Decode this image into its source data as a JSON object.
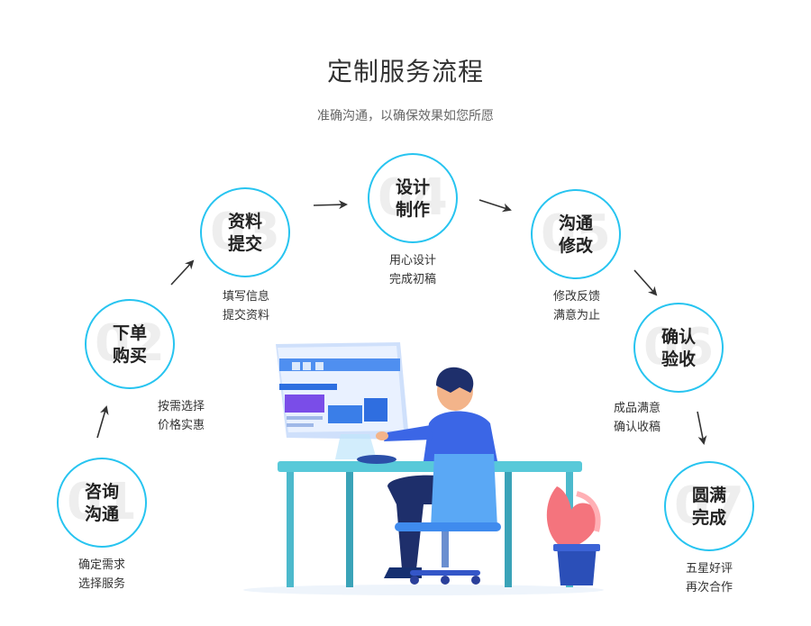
{
  "header": {
    "title": "定制服务流程",
    "subtitle": "准确沟通，以确保效果如您所愿"
  },
  "steps": [
    {
      "num": "01",
      "line1": "咨询",
      "line2": "沟通",
      "desc1": "确定需求",
      "desc2": "选择服务"
    },
    {
      "num": "02",
      "line1": "下单",
      "line2": "购买",
      "desc1": "按需选择",
      "desc2": "价格实惠"
    },
    {
      "num": "03",
      "line1": "资料",
      "line2": "提交",
      "desc1": "填写信息",
      "desc2": "提交资料"
    },
    {
      "num": "04",
      "line1": "设计",
      "line2": "制作",
      "desc1": "用心设计",
      "desc2": "完成初稿"
    },
    {
      "num": "05",
      "line1": "沟通",
      "line2": "修改",
      "desc1": "修改反馈",
      "desc2": "满意为止"
    },
    {
      "num": "06",
      "line1": "确认",
      "line2": "验收",
      "desc1": "成品满意",
      "desc2": "确认收稿"
    },
    {
      "num": "07",
      "line1": "圆满",
      "line2": "完成",
      "desc1": "五星好评",
      "desc2": "再次合作"
    }
  ],
  "colors": {
    "accent": "#27c4f0",
    "text": "#333333"
  }
}
